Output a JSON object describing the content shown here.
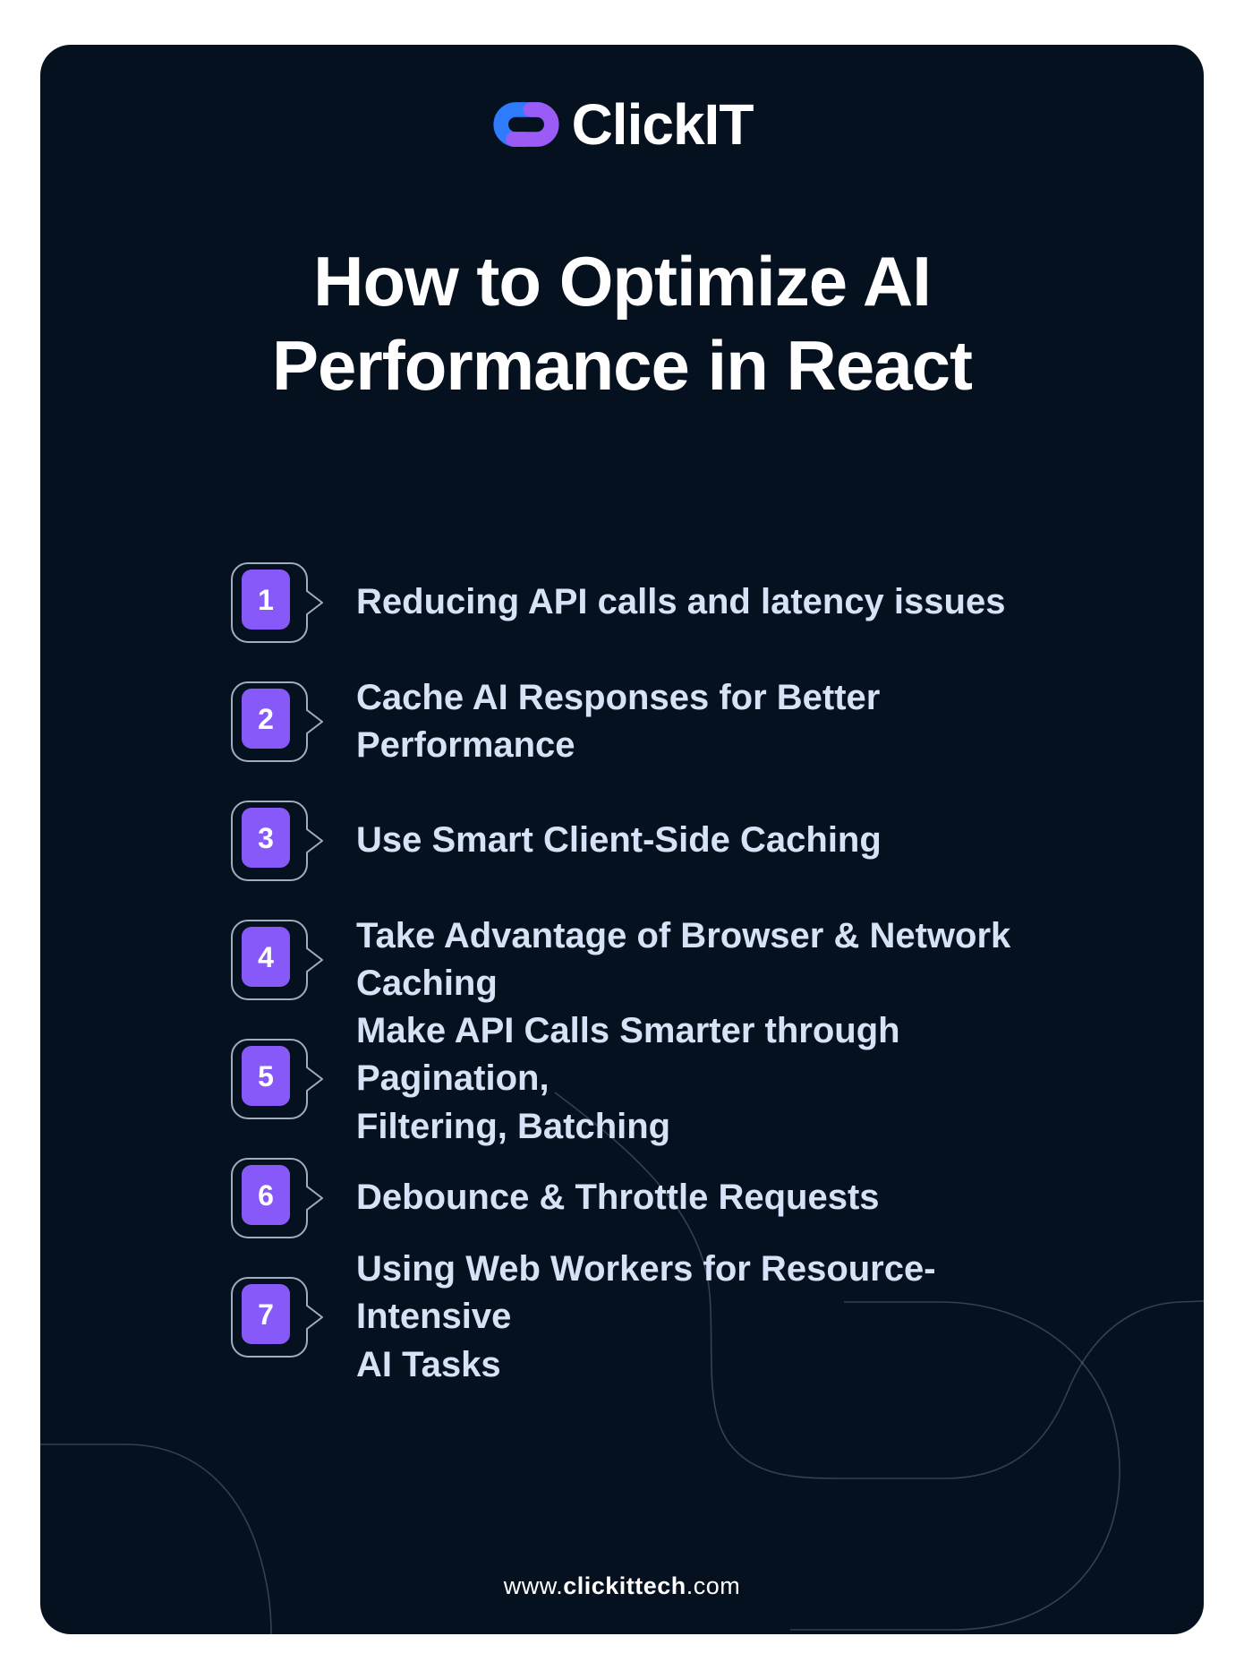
{
  "logo": {
    "text": "ClickIT",
    "icon": "chain-link-icon",
    "icon_blue": "#2E7BFE",
    "icon_purple": "#9A5BF7"
  },
  "title": {
    "line1": "How to Optimize AI",
    "line2": "Performance in React"
  },
  "items": [
    {
      "number": "1",
      "text": "Reducing API calls and latency issues"
    },
    {
      "number": "2",
      "text": "Cache AI Responses for Better Performance"
    },
    {
      "number": "3",
      "text": "Use Smart Client-Side Caching"
    },
    {
      "number": "4",
      "text": "Take Advantage of Browser & Network Caching"
    },
    {
      "number": "5",
      "text": "Make API Calls Smarter through Pagination,\nFiltering, Batching"
    },
    {
      "number": "6",
      "text": "Debounce & Throttle Requests"
    },
    {
      "number": "7",
      "text": "Using Web Workers for Resource-Intensive\nAI Tasks"
    }
  ],
  "footer": {
    "www": "www.",
    "domain": "clickittech",
    "tld": ".com"
  },
  "colors": {
    "card_background": "#061120",
    "badge_purple": "#8659F8",
    "badge_border": "#C7D4E6",
    "list_text": "#D6E3F6",
    "title_text": "#FFFFFF"
  }
}
